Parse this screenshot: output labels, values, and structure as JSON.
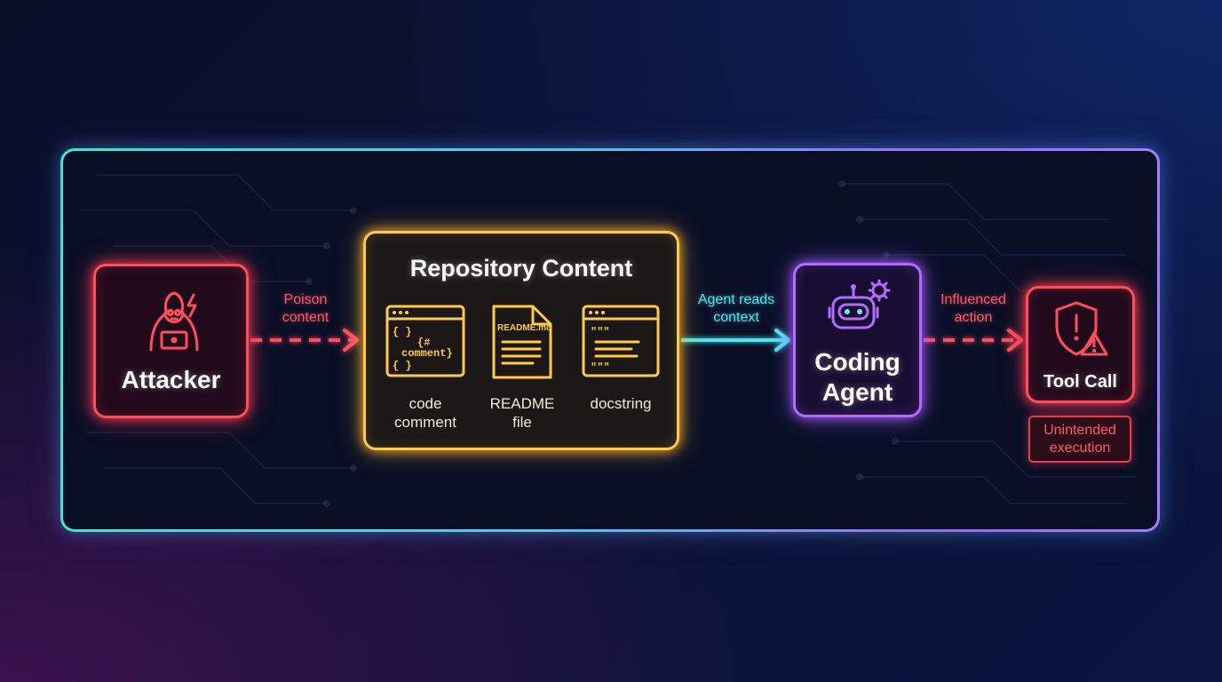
{
  "nodes": {
    "attacker": {
      "label": "Attacker"
    },
    "repository": {
      "title": "Repository Content",
      "items": [
        {
          "label": "code\ncomment",
          "icon": "code-window-icon",
          "snippet_top": "{ }",
          "snippet_mid": "{#",
          "snippet_word": "comment}",
          "snippet_bottom": "{ }"
        },
        {
          "label": "README\nfile",
          "icon": "document-icon",
          "filename": "README.md"
        },
        {
          "label": "docstring",
          "icon": "docstring-window-icon",
          "snippet_top": "\"\"\"",
          "snippet_bottom": "\"\"\""
        }
      ]
    },
    "agent": {
      "label": "Coding\nAgent"
    },
    "tool": {
      "label": "Tool Call",
      "note": "Unintended\nexecution"
    }
  },
  "edges": [
    {
      "from": "attacker",
      "to": "repository",
      "label": "Poison\ncontent",
      "style": "dashed",
      "color": "#ff4d5e"
    },
    {
      "from": "repository",
      "to": "agent",
      "label": "Agent reads\ncontext",
      "style": "solid",
      "color": "#4fe6f0"
    },
    {
      "from": "agent",
      "to": "tool",
      "label": "Influenced\naction",
      "style": "dashed",
      "color": "#ff4d5e"
    }
  ],
  "colors": {
    "threat": "#ff4d5e",
    "repository": "#ffc94a",
    "agent": "#b46bff",
    "flow": "#4fe6f0"
  }
}
